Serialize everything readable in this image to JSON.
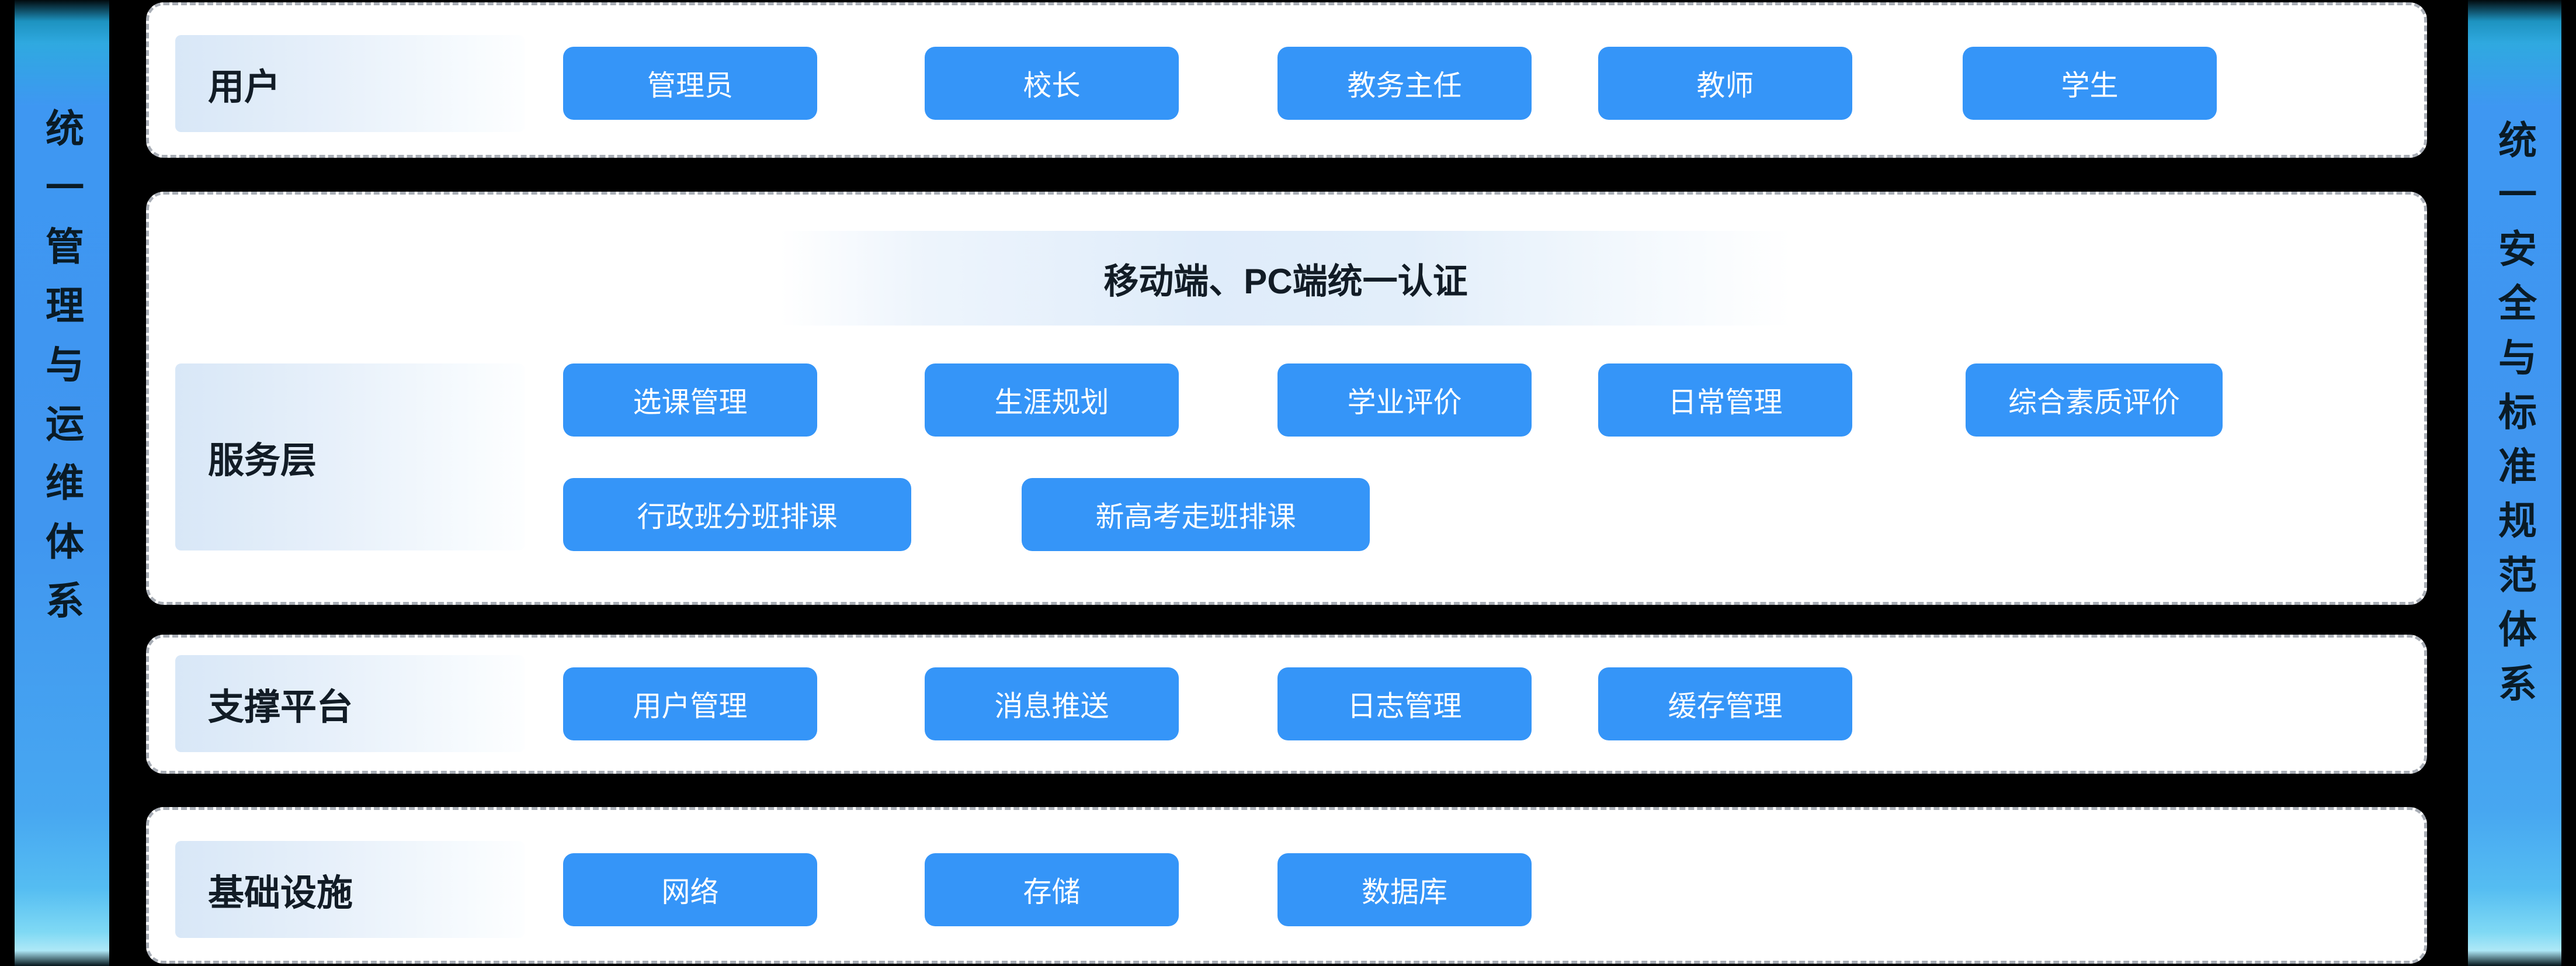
{
  "colors": {
    "background": "#000000",
    "panel_background": "#ffffff",
    "panel_border_gray": "#a9aeb6",
    "chip_blue": "#3595f8",
    "chip_text": "#ffffff",
    "sidebar_blue": "#3f9bf0",
    "sidebar_text": "#0a1b26",
    "label_gradient_blue": "#d8e7f7",
    "label_text": "#121c26"
  },
  "banners": {
    "left": "统一管理与运维体系",
    "right": "统一安全与标准规范体系"
  },
  "panels": {
    "users": {
      "label": "用户",
      "buttons": [
        "管理员",
        "校长",
        "教务主任",
        "教师",
        "学生"
      ]
    },
    "service": {
      "label": "服务层",
      "auth_header": "移动端、PC端统一认证",
      "row1": [
        "选课管理",
        "生涯规划",
        "学业评价",
        "日常管理",
        "综合素质评价"
      ],
      "row2": [
        "行政班分班排课",
        "新高考走班排课"
      ]
    },
    "support": {
      "label": "支撑平台",
      "buttons": [
        "用户管理",
        "消息推送",
        "日志管理",
        "缓存管理"
      ]
    },
    "infra": {
      "label": "基础设施",
      "buttons": [
        "网络",
        "存储",
        "数据库"
      ]
    }
  }
}
